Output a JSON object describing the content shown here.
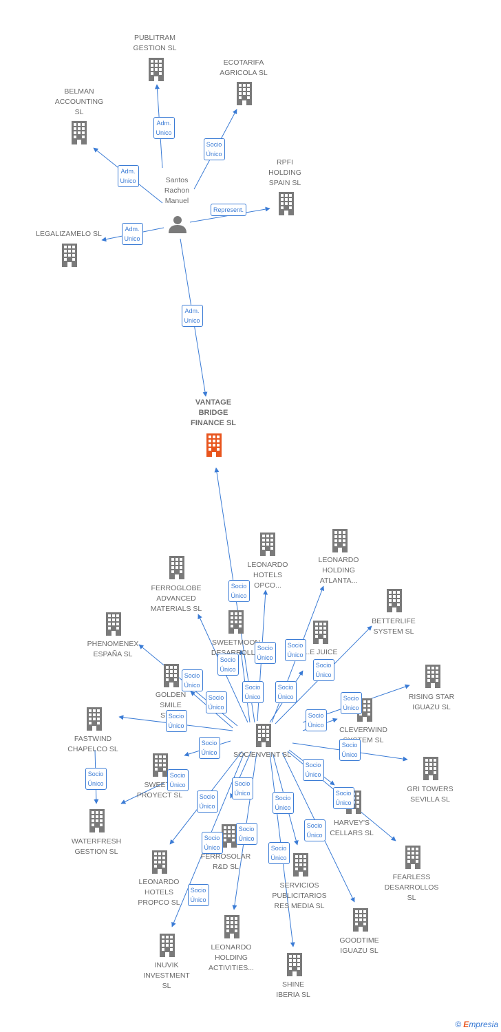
{
  "colors": {
    "edge": "#3a7bd5",
    "building": "#7a7a7a",
    "focus_building": "#e8551e",
    "person": "#7a7a7a"
  },
  "person": {
    "name": "Santos\nRachon\nManuel"
  },
  "focus": {
    "name": "VANTAGE\nBRIDGE\nFINANCE  SL"
  },
  "hub": {
    "name": "SOCIENVENT SL"
  },
  "companies": [
    {
      "id": "publitram",
      "name": "PUBLITRAM\nGESTION  SL"
    },
    {
      "id": "ecotarifa",
      "name": "ECOTARIFA\nAGRICOLA  SL"
    },
    {
      "id": "belman",
      "name": "BELMAN\nACCOUNTING\nSL"
    },
    {
      "id": "rpfi",
      "name": "RPFI\nHOLDING\nSPAIN SL"
    },
    {
      "id": "legalizamelo",
      "name": "LEGALIZAMELO SL"
    },
    {
      "id": "leonardo_opco",
      "name": "LEONARDO\nHOTELS\nOPCO..."
    },
    {
      "id": "leonardo_atlanta",
      "name": "LEONARDO\nHOLDING\nATLANTA..."
    },
    {
      "id": "ferroglobe",
      "name": "FERROGLOBE\nADVANCED\nMATERIALS  SL"
    },
    {
      "id": "betterlife",
      "name": "BETTERLIFE\nSYSTEM  SL"
    },
    {
      "id": "phenomenex",
      "name": "PHENOMENEX\nESPAÑA  SL"
    },
    {
      "id": "sweetmoon",
      "name": "SWEETMOON\nDESARROLL..."
    },
    {
      "id": "juice",
      "name": "...E JUICE\nSY..."
    },
    {
      "id": "golden",
      "name": "GOLDEN\nSMILE\nSYS..."
    },
    {
      "id": "rising",
      "name": "RISING STAR\nIGUAZU  SL"
    },
    {
      "id": "fastwind",
      "name": "FASTWIND\nCHAPELCO  SL"
    },
    {
      "id": "cleverwind",
      "name": "CLEVERWIND\nSYSTEM  SL"
    },
    {
      "id": "sweet_proyect",
      "name": "SWEET...\nPROYECT  SL"
    },
    {
      "id": "gri",
      "name": "GRI TOWERS\nSEVILLA  SL"
    },
    {
      "id": "waterfresh",
      "name": "WATERFRESH\nGESTION  SL"
    },
    {
      "id": "harveys",
      "name": "HARVEY'S\nCELLARS  SL"
    },
    {
      "id": "ferrosolar",
      "name": "FERROSOLAR\nR&D  SL"
    },
    {
      "id": "fearless",
      "name": "FEARLESS\nDESARROLLOS\nSL"
    },
    {
      "id": "leonardo_propco",
      "name": "LEONARDO\nHOTELS\nPROPCO  SL"
    },
    {
      "id": "servicios",
      "name": "SERVICIOS\nPUBLICITARIOS\nRES MEDIA  SL"
    },
    {
      "id": "goodtime",
      "name": "GOODTIME\nIGUAZU  SL"
    },
    {
      "id": "inuvik",
      "name": "INUVIK\nINVESTMENT\nSL"
    },
    {
      "id": "leonardo_activities",
      "name": "LEONARDO\nHOLDING\nACTIVITIES..."
    },
    {
      "id": "shine",
      "name": "SHINE\nIBERIA  SL"
    }
  ],
  "relations": {
    "adm_unico": "Adm.\nUnico",
    "socio_unico": "Socio\nÚnico",
    "represent": "Represent."
  },
  "footer": {
    "copyright": "©",
    "brand_first": "E",
    "brand_rest": "mpresia"
  }
}
